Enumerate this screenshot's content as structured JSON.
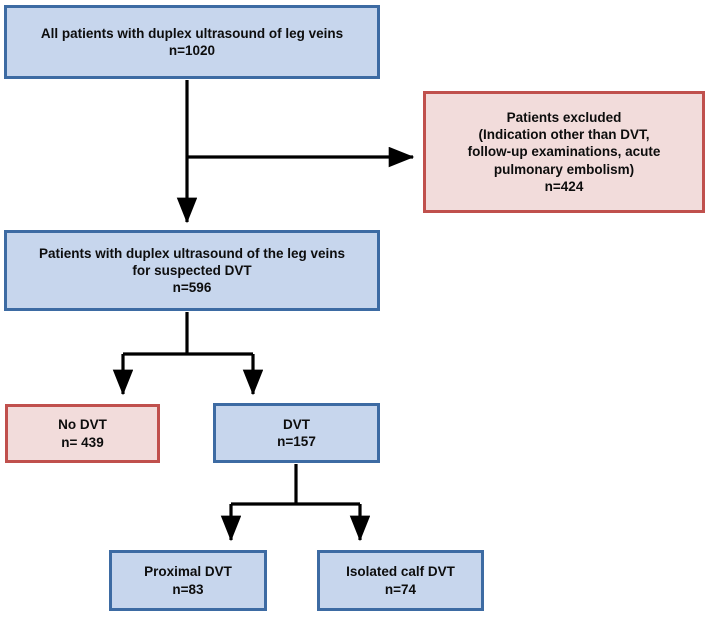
{
  "figure": {
    "type": "flowchart",
    "title": "Patient flow diagram of duplex ultrasound of leg veins",
    "colors": {
      "blue_fill": "#c7d6ed",
      "blue_border": "#3d6ba3",
      "red_fill": "#f2dcdb",
      "red_border": "#c0504d",
      "text": "#0d0d0d",
      "connector": "#000000",
      "background": "#ffffff"
    }
  },
  "nodes": {
    "all_patients": {
      "style": "blue",
      "lines": [
        "All patients with duplex ultrasound of leg veins",
        "n=1020"
      ],
      "label": "All patients with duplex ultrasound of leg veins",
      "count": "n=1020",
      "n": 1020
    },
    "excluded": {
      "style": "red",
      "lines": [
        "Patients excluded",
        "(Indication other than DVT,",
        "follow-up examinations, acute",
        "pulmonary embolism)",
        "n=424"
      ],
      "label": "Patients excluded (Indication other than DVT, follow-up examinations, acute pulmonary embolism)",
      "count": "n=424",
      "n": 424
    },
    "suspected_dvt": {
      "style": "blue",
      "lines": [
        "Patients with duplex ultrasound of the leg veins",
        "for suspected DVT",
        "n=596"
      ],
      "label": "Patients with duplex ultrasound of the leg veins for suspected DVT",
      "count": "n=596",
      "n": 596
    },
    "no_dvt": {
      "style": "red",
      "lines": [
        "No DVT",
        "n= 439"
      ],
      "label": "No DVT",
      "count": "n= 439",
      "n": 439
    },
    "dvt": {
      "style": "blue",
      "lines": [
        "DVT",
        "n=157"
      ],
      "label": "DVT",
      "count": "n=157",
      "n": 157
    },
    "proximal_dvt": {
      "style": "blue",
      "lines": [
        "Proximal DVT",
        "n=83"
      ],
      "label": "Proximal DVT",
      "count": "n=83",
      "n": 83
    },
    "isolated_calf_dvt": {
      "style": "blue",
      "lines": [
        "Isolated calf DVT",
        "n=74"
      ],
      "label": "Isolated calf DVT",
      "count": "n=74",
      "n": 74
    }
  },
  "edges": [
    {
      "from": "all_patients",
      "to": "excluded",
      "direction": "right"
    },
    {
      "from": "all_patients",
      "to": "suspected_dvt",
      "direction": "down"
    },
    {
      "from": "suspected_dvt",
      "to": "no_dvt",
      "direction": "down-left"
    },
    {
      "from": "suspected_dvt",
      "to": "dvt",
      "direction": "down-right"
    },
    {
      "from": "dvt",
      "to": "proximal_dvt",
      "direction": "down-left"
    },
    {
      "from": "dvt",
      "to": "isolated_calf_dvt",
      "direction": "down-right"
    }
  ]
}
